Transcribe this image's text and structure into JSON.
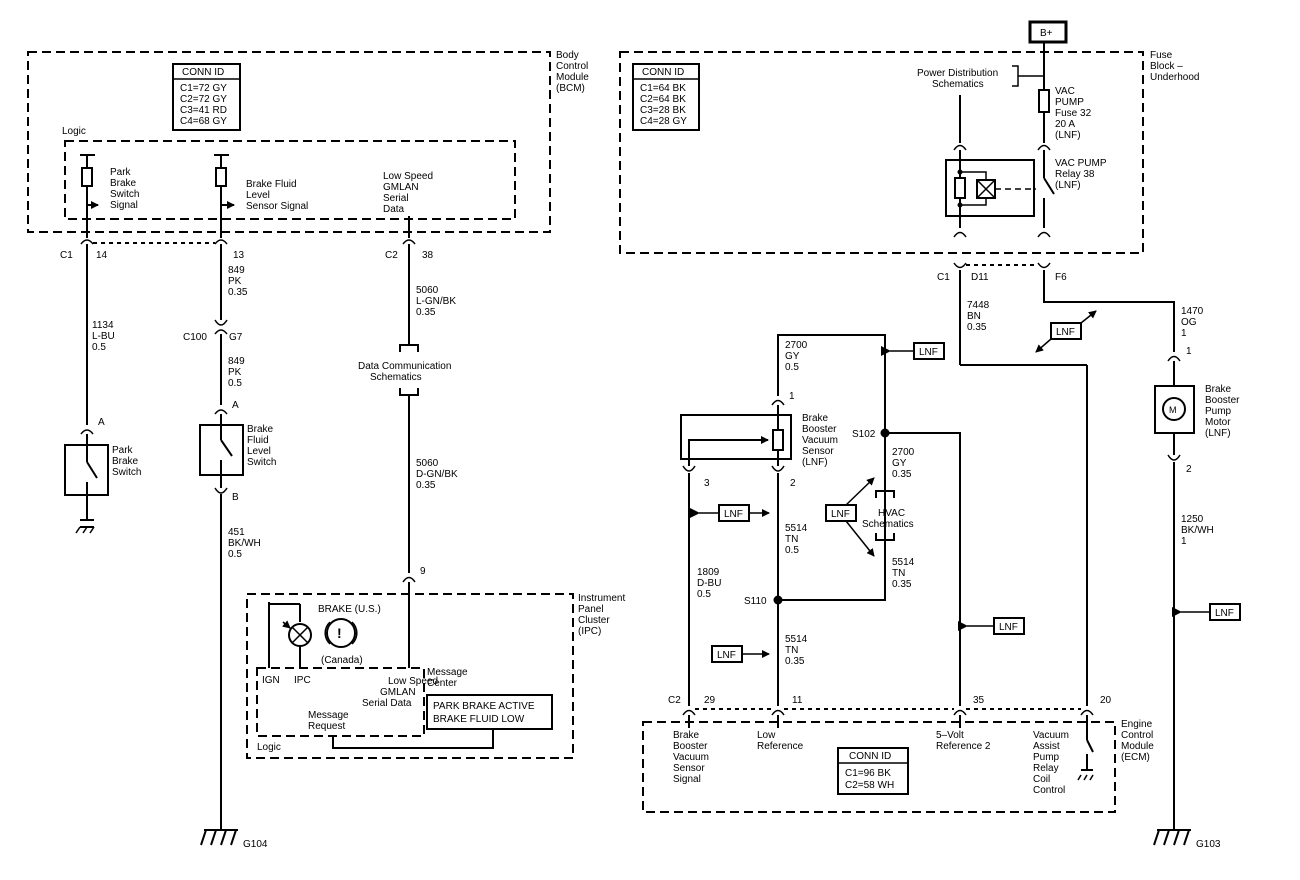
{
  "top": {
    "battery": "B+"
  },
  "bcm": {
    "label": [
      "Body",
      "Control",
      "Module",
      "(BCM)"
    ],
    "conn_title": "CONN ID",
    "conn": [
      "C1=72 GY",
      "C2=72 GY",
      "C3=41 RD",
      "C4=68 GY"
    ],
    "logic": "Logic",
    "park_sig": [
      "Park",
      "Brake",
      "Switch",
      "Signal"
    ],
    "fluid_sig": [
      "Brake Fluid",
      "Level",
      "Sensor Signal"
    ],
    "gmlan": [
      "Low Speed",
      "GMLAN",
      "Serial",
      "Data"
    ],
    "c1": "C1",
    "p14": "14",
    "p13": "13",
    "c2": "C2",
    "p38": "38"
  },
  "fuse": {
    "label": [
      "Fuse",
      "Block –",
      "Underhood"
    ],
    "conn_title": "CONN ID",
    "conn": [
      "C1=64 BK",
      "C2=64 BK",
      "C3=28 BK",
      "C4=28 GY"
    ],
    "power": [
      "Power Distribution",
      "Schematics"
    ],
    "fuse_label": [
      "VAC",
      "PUMP",
      "Fuse 32",
      "20 A",
      "(LNF)"
    ],
    "relay_label": [
      "VAC PUMP",
      "Relay 38",
      "(LNF)"
    ],
    "c1": "C1",
    "d11": "D11",
    "f6": "F6"
  },
  "wires": {
    "w1134": [
      "1134",
      "L-BU",
      "0.5"
    ],
    "w849a": [
      "849",
      "PK",
      "0.35"
    ],
    "c100": "C100",
    "g7": "G7",
    "w849b": [
      "849",
      "PK",
      "0.5"
    ],
    "w5060a": [
      "5060",
      "L-GN/BK",
      "0.35"
    ],
    "dcs": [
      "Data Communication",
      "Schematics"
    ],
    "w5060b": [
      "5060",
      "D-GN/BK",
      "0.35"
    ],
    "p9": "9",
    "w451": [
      "451",
      "BK/WH",
      "0.5"
    ],
    "w7448": [
      "7448",
      "BN",
      "0.35"
    ],
    "w1470": [
      "1470",
      "OG",
      "1"
    ],
    "w2700a": [
      "2700",
      "GY",
      "0.5"
    ],
    "w2700b": [
      "2700",
      "GY",
      "0.35"
    ],
    "w5514a": [
      "5514",
      "TN",
      "0.5"
    ],
    "w5514b": [
      "5514",
      "TN",
      "0.35"
    ],
    "w5514c": [
      "5514",
      "TN",
      "0.35"
    ],
    "w1809": [
      "1809",
      "D-BU",
      "0.5"
    ],
    "w1250": [
      "1250",
      "BK/WH",
      "1"
    ]
  },
  "park_switch": {
    "pin": "A",
    "label": [
      "Park",
      "Brake",
      "Switch"
    ]
  },
  "fluid_switch": {
    "pin_a": "A",
    "pin_b": "B",
    "label": [
      "Brake",
      "Fluid",
      "Level",
      "Switch"
    ]
  },
  "ground": {
    "g104": "G104",
    "g103": "G103"
  },
  "ipc": {
    "label": [
      "Instrument",
      "Panel",
      "Cluster",
      "(IPC)"
    ],
    "brake_us": "BRAKE (U.S.)",
    "canada": "(Canada)",
    "ign": "IGN",
    "ipc": "IPC",
    "gmlan": [
      "Low Speed",
      "GMLAN",
      "Serial Data"
    ],
    "msg_center": [
      "Message",
      "Center"
    ],
    "msg_request": [
      "Message",
      "Request"
    ],
    "logic": "Logic",
    "msg1": "PARK BRAKE ACTIVE",
    "msg2": "BRAKE FLUID LOW"
  },
  "sensor": {
    "label": [
      "Brake",
      "Booster",
      "Vacuum",
      "Sensor",
      "(LNF)"
    ],
    "p1": "1",
    "p2": "2",
    "p3": "3"
  },
  "splices": {
    "s102": "S102",
    "s110": "S110"
  },
  "hvac": [
    "HVAC",
    "Schematics"
  ],
  "lnf": "LNF",
  "motor": {
    "label": [
      "Brake",
      "Booster",
      "Pump",
      "Motor",
      "(LNF)"
    ],
    "p1": "1",
    "p2": "2",
    "symbol": "M"
  },
  "ecm": {
    "label": [
      "Engine",
      "Control",
      "Module",
      "(ECM)"
    ],
    "c2": "C2",
    "p29": "29",
    "p11": "11",
    "p35": "35",
    "p20": "20",
    "sig1": [
      "Brake",
      "Booster",
      "Vacuum",
      "Sensor",
      "Signal"
    ],
    "sig2": [
      "Low",
      "Reference"
    ],
    "sig3": [
      "5–Volt",
      "Reference 2"
    ],
    "sig4": [
      "Vacuum",
      "Assist",
      "Pump",
      "Relay",
      "Coil",
      "Control"
    ],
    "conn_title": "CONN ID",
    "conn": [
      "C1=96 BK",
      "C2=58 WH"
    ]
  }
}
